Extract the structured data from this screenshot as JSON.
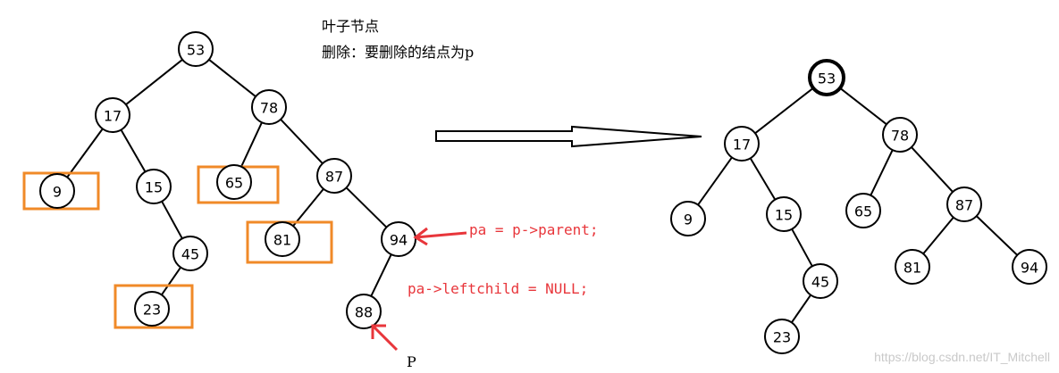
{
  "title": {
    "line1": "叶子节点",
    "line2": "删除：要删除的结点为p"
  },
  "before_tree": {
    "nodes": [
      {
        "id": "53",
        "label": "53"
      },
      {
        "id": "17",
        "label": "17"
      },
      {
        "id": "78",
        "label": "78"
      },
      {
        "id": "9",
        "label": "9"
      },
      {
        "id": "15",
        "label": "15"
      },
      {
        "id": "65",
        "label": "65"
      },
      {
        "id": "87",
        "label": "87"
      },
      {
        "id": "45",
        "label": "45"
      },
      {
        "id": "81",
        "label": "81"
      },
      {
        "id": "94",
        "label": "94"
      },
      {
        "id": "23",
        "label": "23"
      },
      {
        "id": "88",
        "label": "88"
      }
    ],
    "edges": [
      [
        "53",
        "17"
      ],
      [
        "53",
        "78"
      ],
      [
        "17",
        "9"
      ],
      [
        "17",
        "15"
      ],
      [
        "15",
        "45"
      ],
      [
        "45",
        "23"
      ],
      [
        "78",
        "65"
      ],
      [
        "78",
        "87"
      ],
      [
        "87",
        "81"
      ],
      [
        "87",
        "94"
      ],
      [
        "94",
        "88"
      ]
    ],
    "highlighted_leaves": [
      "9",
      "23",
      "65",
      "81"
    ]
  },
  "after_tree": {
    "nodes": [
      {
        "id": "53",
        "label": "53"
      },
      {
        "id": "17",
        "label": "17"
      },
      {
        "id": "78",
        "label": "78"
      },
      {
        "id": "9",
        "label": "9"
      },
      {
        "id": "15",
        "label": "15"
      },
      {
        "id": "65",
        "label": "65"
      },
      {
        "id": "87",
        "label": "87"
      },
      {
        "id": "45",
        "label": "45"
      },
      {
        "id": "81",
        "label": "81"
      },
      {
        "id": "94",
        "label": "94"
      },
      {
        "id": "23",
        "label": "23"
      }
    ],
    "edges": [
      [
        "53",
        "17"
      ],
      [
        "53",
        "78"
      ],
      [
        "17",
        "9"
      ],
      [
        "17",
        "15"
      ],
      [
        "15",
        "45"
      ],
      [
        "45",
        "23"
      ],
      [
        "78",
        "65"
      ],
      [
        "78",
        "87"
      ],
      [
        "87",
        "81"
      ],
      [
        "87",
        "94"
      ]
    ]
  },
  "annotations": {
    "parent_code": "pa = p->parent;",
    "null_code": "pa->leftchild = NULL;",
    "p_label": "P"
  },
  "watermark": "https://blog.csdn.net/IT_Mitchell",
  "colors": {
    "highlight_box": "#f08a28",
    "annotation_red": "#e8363b"
  }
}
